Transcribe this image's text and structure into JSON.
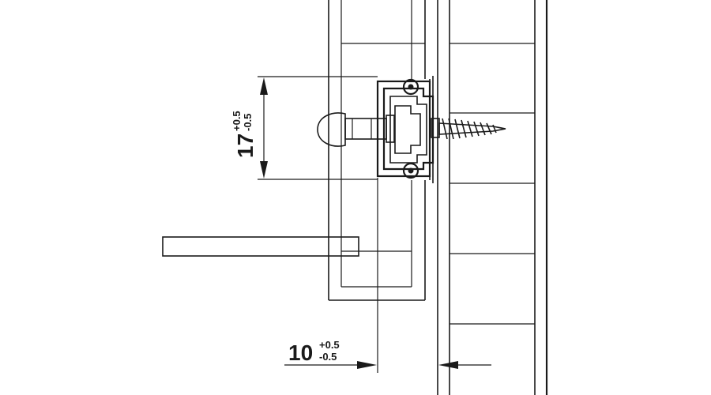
{
  "dimensions": {
    "vertical": {
      "value": "17",
      "upper_tolerance": "+0.5",
      "lower_tolerance": "-0.5"
    },
    "horizontal": {
      "value": "10",
      "upper_tolerance": "+0.5",
      "lower_tolerance": "-0.5"
    }
  },
  "colors": {
    "line": "#1a1a1a",
    "metal": "#ffffff",
    "background": "#ffffff"
  }
}
